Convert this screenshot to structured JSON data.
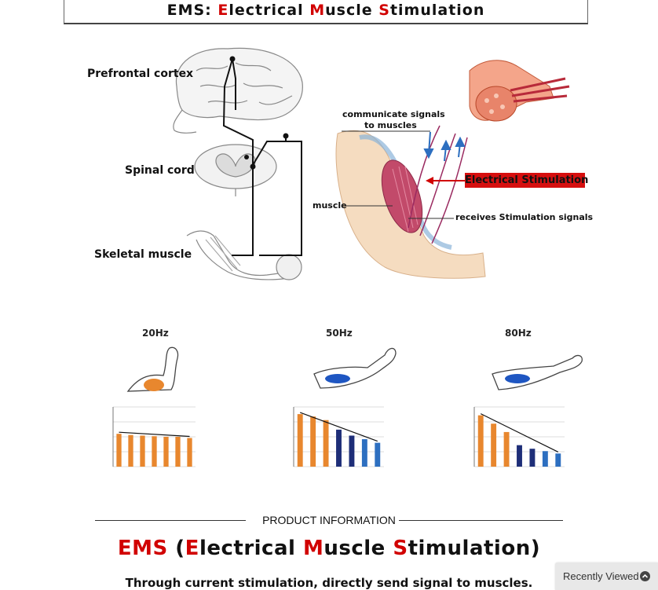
{
  "banner": {
    "prefix": "EMS: ",
    "e": "E",
    "lectrical": "lectrical ",
    "m": "M",
    "uscle": "uscle ",
    "s": "S",
    "timulation": "timulation"
  },
  "diagram_labels": {
    "prefrontal": "Prefrontal  cortex",
    "spinal": "Spinal cord",
    "skeletal": "Skeletal muscle",
    "communicate": "communicate signals",
    "to_muscles": "to muscles",
    "muscle": "muscle",
    "electrical_stim": "Electrical  Stimulation",
    "receives": "receives Stimulation signals"
  },
  "frequencies": [
    {
      "label": "20Hz"
    },
    {
      "label": "50Hz"
    },
    {
      "label": "80Hz"
    }
  ],
  "mini_charts": [
    {
      "values": [
        55,
        53,
        52,
        51,
        50,
        50,
        48
      ],
      "colors": [
        "orange",
        "orange",
        "orange",
        "orange",
        "orange",
        "orange",
        "orange"
      ]
    },
    {
      "values": [
        88,
        84,
        78,
        62,
        52,
        46,
        40
      ],
      "colors": [
        "orange",
        "orange",
        "orange",
        "navy",
        "navy",
        "blue",
        "blue"
      ]
    },
    {
      "values": [
        86,
        72,
        58,
        36,
        30,
        26,
        22
      ],
      "colors": [
        "orange",
        "orange",
        "orange",
        "navy",
        "navy",
        "blue",
        "blue"
      ]
    }
  ],
  "section": {
    "title": "PRODUCT INFORMATION"
  },
  "ems_heading": {
    "ems": "EMS",
    "open": " (",
    "e": "E",
    "lectrical": "lectrical ",
    "m": "M",
    "uscle": "uscle ",
    "s": "S",
    "timulation": "timulation",
    "close": ")"
  },
  "tagline": "Through current stimulation, directly send signal to muscles.",
  "recently_viewed": {
    "label": "Recently Viewed"
  },
  "colors": {
    "accent_red": "#d10000",
    "bar_orange": "#e8872e",
    "bar_navy": "#1e2e78",
    "bar_blue": "#2d6fc0"
  }
}
